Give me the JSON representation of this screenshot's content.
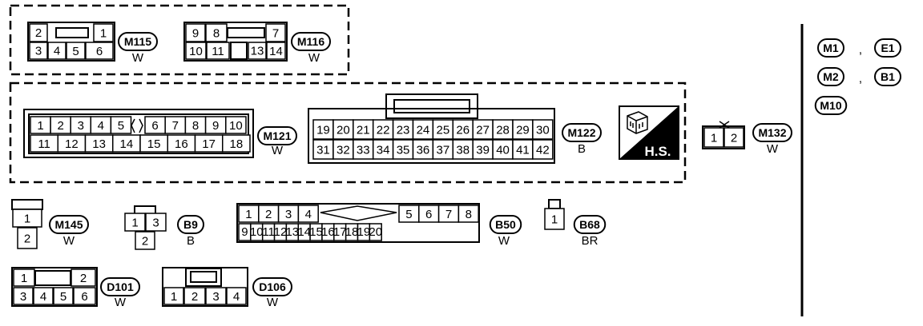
{
  "connectors": [
    {
      "id": "M115",
      "color": "W",
      "pins": [
        "2",
        "1",
        "3",
        "4",
        "5",
        "6"
      ]
    },
    {
      "id": "M116",
      "color": "W",
      "pins": [
        "9",
        "8",
        "7",
        "10",
        "11",
        "13",
        "14"
      ]
    },
    {
      "id": "M121",
      "color": "W",
      "pins": [
        "1",
        "2",
        "3",
        "4",
        "5",
        "6",
        "7",
        "8",
        "9",
        "10",
        "11",
        "12",
        "13",
        "14",
        "15",
        "16",
        "17",
        "18"
      ]
    },
    {
      "id": "M122",
      "color": "B",
      "pins": [
        "19",
        "20",
        "21",
        "22",
        "23",
        "24",
        "25",
        "26",
        "27",
        "28",
        "29",
        "30",
        "31",
        "32",
        "33",
        "34",
        "35",
        "36",
        "37",
        "38",
        "39",
        "40",
        "41",
        "42"
      ]
    },
    {
      "id": "M132",
      "color": "W",
      "pins": [
        "1",
        "2"
      ]
    },
    {
      "id": "M145",
      "color": "W",
      "pins": [
        "1",
        "2"
      ]
    },
    {
      "id": "B9",
      "color": "B",
      "pins": [
        "1",
        "3",
        "2"
      ]
    },
    {
      "id": "B50",
      "color": "W",
      "pins": [
        "1",
        "2",
        "3",
        "4",
        "5",
        "6",
        "7",
        "8",
        "9",
        "10",
        "11",
        "12",
        "13",
        "14",
        "15",
        "16",
        "17",
        "18",
        "19",
        "20"
      ]
    },
    {
      "id": "B68",
      "color": "BR",
      "pins": [
        "1"
      ]
    },
    {
      "id": "D101",
      "color": "W",
      "pins": [
        "1",
        "2",
        "3",
        "4",
        "5",
        "6"
      ]
    },
    {
      "id": "D106",
      "color": "W",
      "pins": [
        "1",
        "2",
        "3",
        "4"
      ]
    }
  ],
  "hs_symbol": {
    "label": "H.S."
  },
  "reference_list": {
    "rows": [
      [
        "M1",
        "E1"
      ],
      [
        "M2",
        "B1"
      ],
      [
        "M10"
      ]
    ],
    "separator": ","
  },
  "colors": {
    "line": "#000000",
    "background": "#ffffff"
  }
}
